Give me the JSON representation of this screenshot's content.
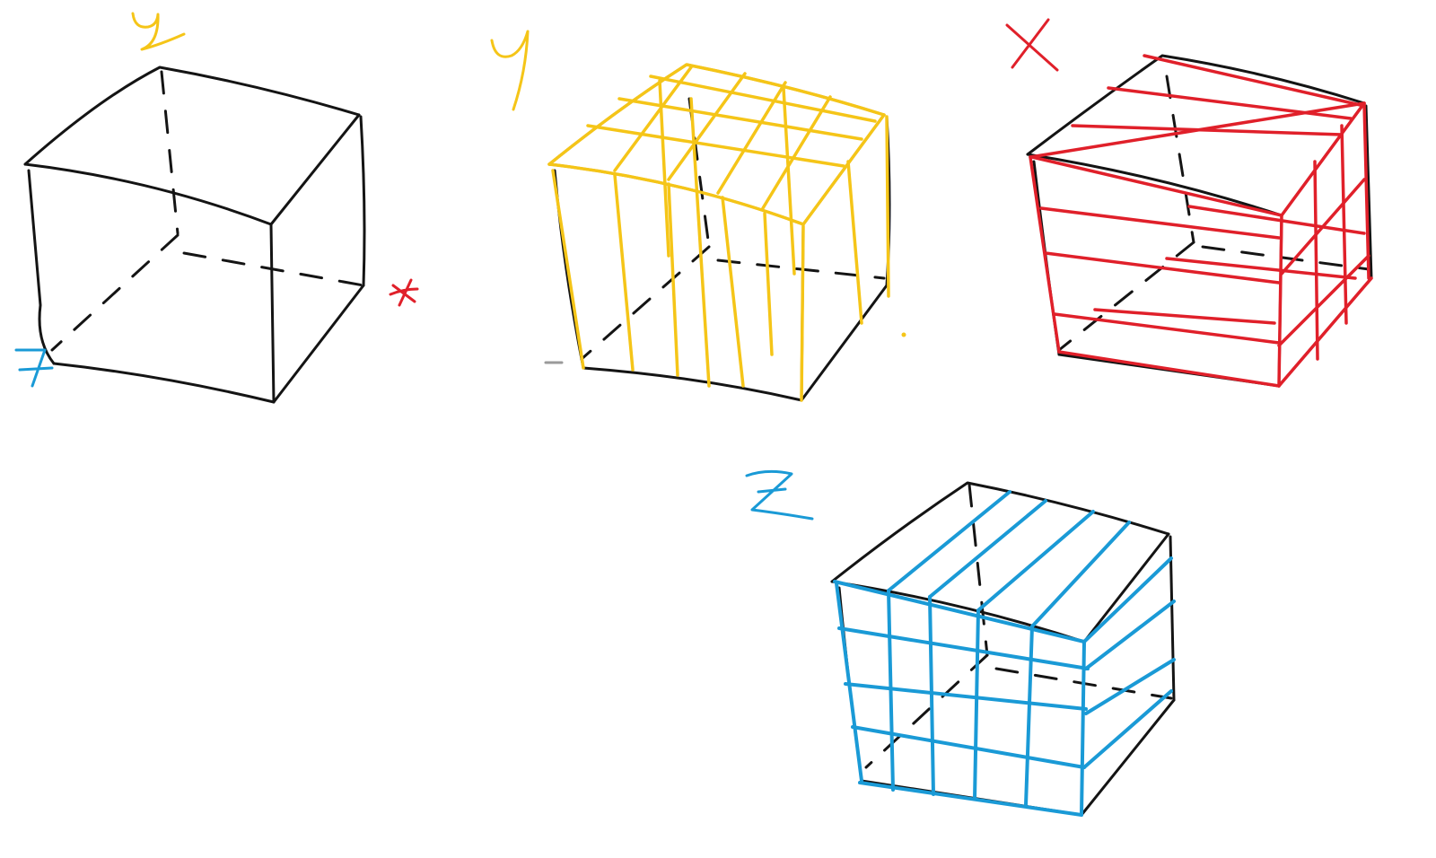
{
  "colors": {
    "background": "#ffffff",
    "outline": "#141414",
    "axis_x": "#e0202a",
    "axis_y": "#f5c518",
    "axis_z": "#1a9ad6"
  },
  "handwritten_labels": {
    "cube1_y": "y",
    "cube1_x": "x",
    "cube1_z": "z",
    "cube2_y": "Y",
    "cube3_x": "X",
    "cube4_z": "Z"
  }
}
